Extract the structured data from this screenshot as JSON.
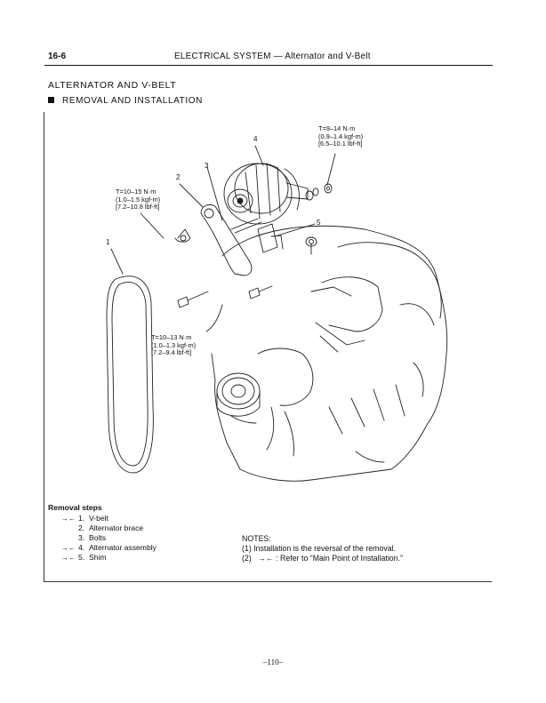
{
  "header": {
    "page_code": "16-6",
    "title": "ELECTRICAL SYSTEM — Alternator and V-Belt"
  },
  "section_title": "ALTERNATOR AND V-BELT",
  "subsection_title": "REMOVAL AND INSTALLATION",
  "diagram": {
    "part_numbers": [
      "1",
      "2",
      "3",
      "4",
      "5"
    ],
    "torque_top_right": [
      "T=9–14 N·m",
      "(0.9–1.4 kgf-m)",
      "[6.5–10.1 lbf-ft]"
    ],
    "torque_upper_left": [
      "T=10–15 N·m",
      "(1.0–1.5 kgf-m)",
      "[7.2–10.8 lbf-ft]"
    ],
    "torque_lower": [
      "T=10–13 N·m",
      "(1.0–1.3 kgf-m)",
      "[7.2–9.4 lbf-ft]"
    ]
  },
  "removal_steps": {
    "heading": "Removal steps",
    "mark_symbol": "→←",
    "items": [
      {
        "marked": true,
        "num": "1.",
        "text": "V-belt"
      },
      {
        "marked": false,
        "num": "2.",
        "text": "Alternator brace"
      },
      {
        "marked": false,
        "num": "3.",
        "text": "Bolts"
      },
      {
        "marked": true,
        "num": "4.",
        "text": "Alternator assembly"
      },
      {
        "marked": true,
        "num": "5.",
        "text": "Shim"
      }
    ]
  },
  "notes": {
    "heading": "NOTES:",
    "line1": "(1) Installation is the reversal of the removal.",
    "line2_prefix": "(2)",
    "line2_mark": "→←",
    "line2_text": ": Refer to “Main Point of Installation.”"
  },
  "footer": {
    "page_number": "–110–"
  }
}
